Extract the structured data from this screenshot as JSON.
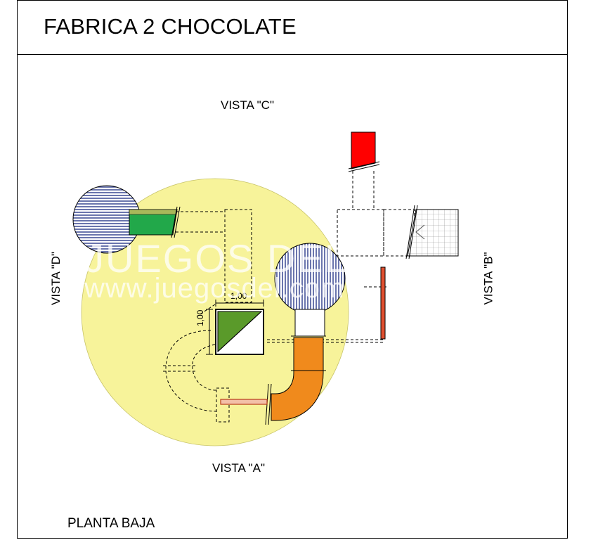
{
  "title": "FABRICA 2 CHOCOLATE",
  "views": {
    "c": "VISTA \"C\"",
    "a": "VISTA \"A\"",
    "b": "VISTA \"B\"",
    "d": "VISTA \"D\""
  },
  "footer": "PLANTA BAJA",
  "dimensions": {
    "width": "1,00",
    "height": "1,00"
  },
  "watermark": {
    "line1": "JUEGOS DEL",
    "line2": "www.juegosdel.com"
  },
  "colors": {
    "safety_zone": "#f7f39a",
    "slide": "#f08a1c",
    "roof_flag": "#ff0000",
    "ramp": "#22a84a",
    "platform_fill": "#5a9a2a",
    "tower_hatch": "#2a3a8a"
  }
}
